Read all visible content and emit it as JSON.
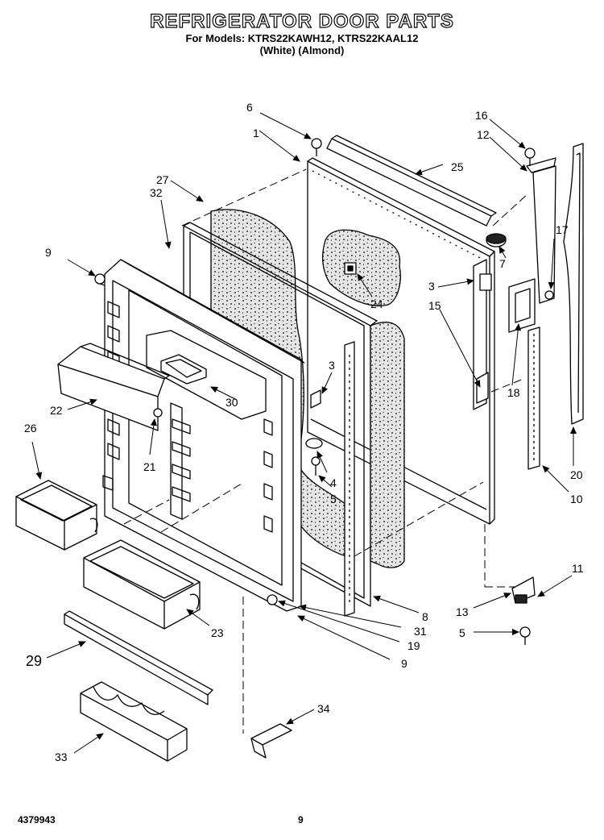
{
  "header": {
    "title": "REFRIGERATOR DOOR PARTS",
    "models_line": "For Models: KTRS22KAWH12, KTRS22KAAL12",
    "colors_line": "(White)  (Almond)"
  },
  "callouts": [
    "1",
    "3",
    "3",
    "4",
    "5",
    "5",
    "6",
    "7",
    "8",
    "9",
    "9",
    "10",
    "11",
    "12",
    "13",
    "15",
    "16",
    "17",
    "18",
    "19",
    "20",
    "21",
    "22",
    "23",
    "24",
    "25",
    "26",
    "27",
    "29",
    "30",
    "31",
    "32",
    "33",
    "34"
  ],
  "footer": {
    "doc_number": "4379943",
    "page_number": "9"
  }
}
